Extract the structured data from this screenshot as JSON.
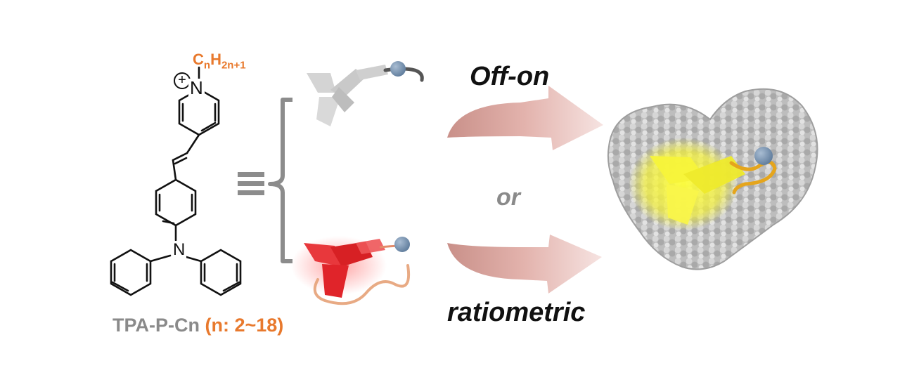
{
  "labels": {
    "off_on": "Off-on",
    "or": "or",
    "ratiometric": "ratiometric",
    "compound_name": "TPA-P-Cn",
    "compound_range": "(n: 2~18)",
    "alkyl_c": "C",
    "alkyl_n": "n",
    "alkyl_h": "H",
    "alkyl_2n1": "2n+1",
    "pyridinium_n": "N",
    "amine_n": "N",
    "charge": "+"
  },
  "colors": {
    "alkyl_orange": "#e8792d",
    "arrow_pink": "#e9b8b4",
    "probe_gray": "#c9c9c9",
    "probe_red": "#e0242a",
    "protein_gray": "#b8b8b8",
    "glow_yellow": "#f4f03a",
    "ball_blue": "#7f97b2",
    "bracket_gray": "#8c8c8c"
  },
  "icons": [
    "equivalence-icon",
    "bracket-icon",
    "curved-arrow-icon",
    "protein-surface-icon"
  ]
}
